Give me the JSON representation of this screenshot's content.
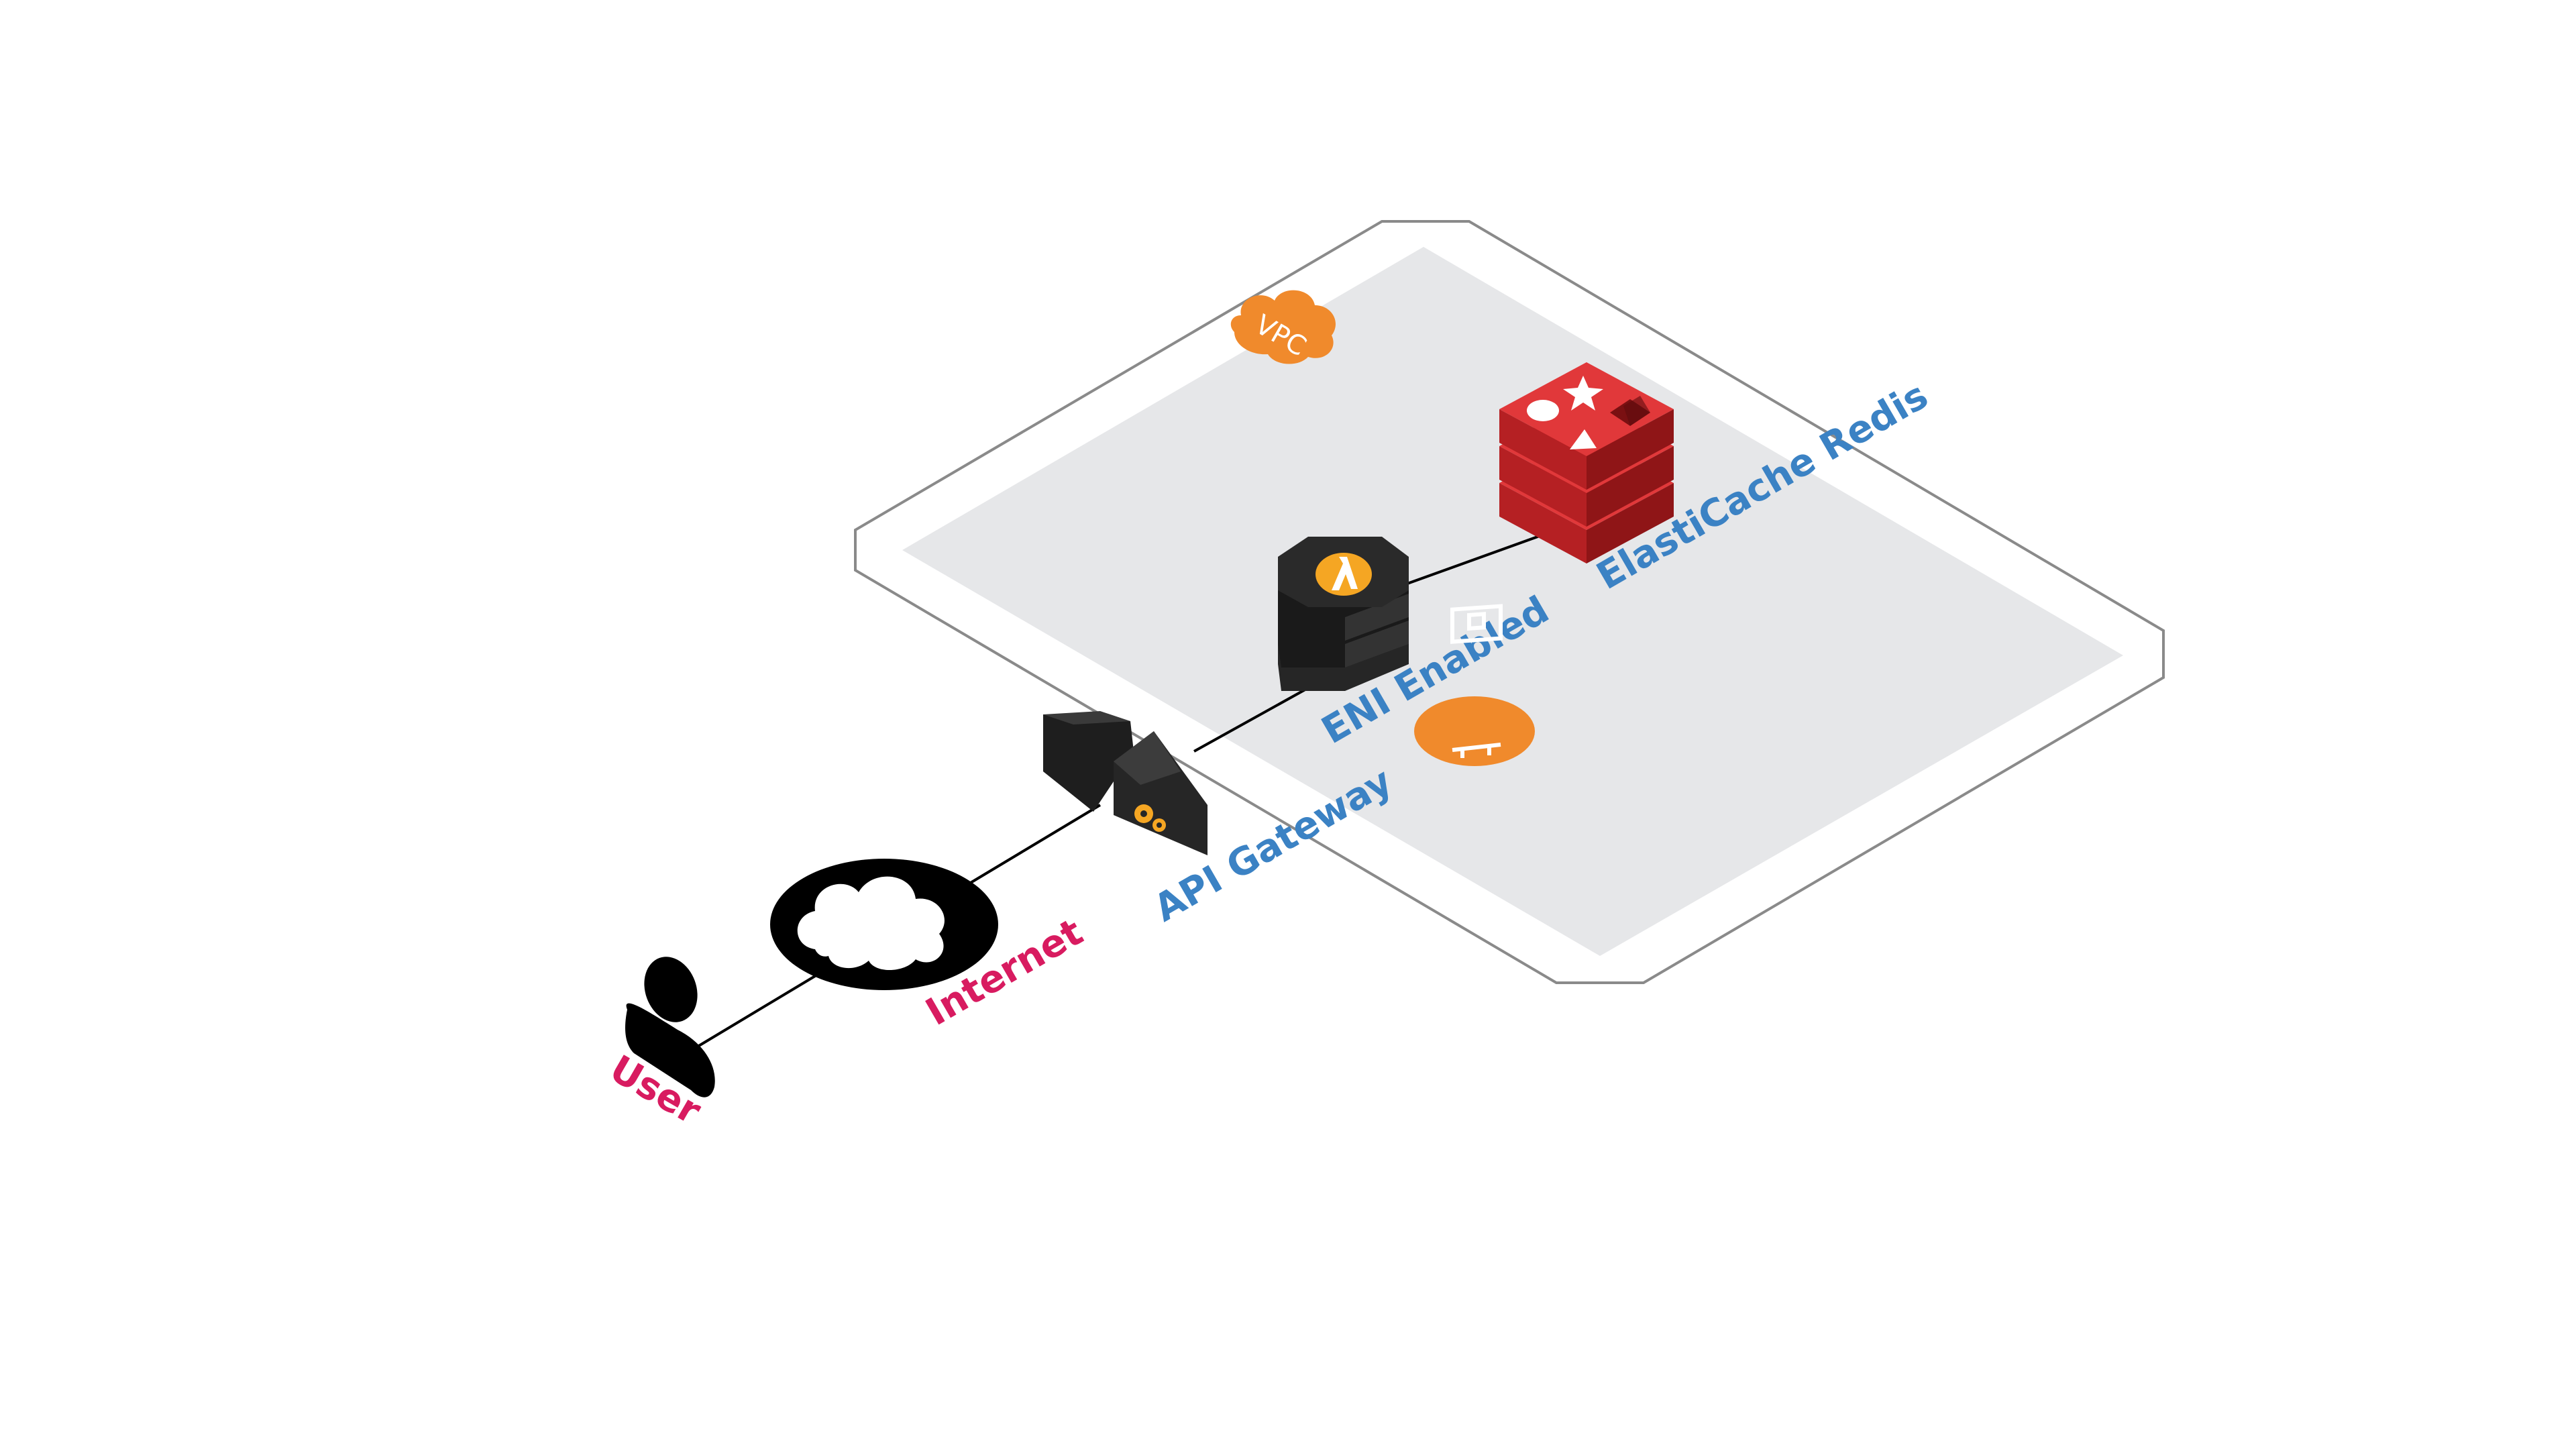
{
  "labels": {
    "user": "User",
    "internet": "Internet",
    "api_gateway": "API Gateway",
    "eni": "ENI Enabled",
    "redis": "ElastiCache Redis",
    "vpc": "VPC"
  },
  "icons": {
    "user": "user-icon",
    "internet": "cloud-icon",
    "api_gateway": "api-gateway-icon",
    "lambda": "lambda-icon",
    "redis": "redis-icon",
    "eni": "network-interface-icon",
    "vpc": "vpc-cloud-icon"
  },
  "colors": {
    "external_label": "#d81b60",
    "aws_label": "#3b82c4",
    "accent_orange": "#f08a2c",
    "redis_red": "#d8302a",
    "vpc_fill": "#e6e7e9",
    "vpc_border": "#8a8a8a"
  }
}
